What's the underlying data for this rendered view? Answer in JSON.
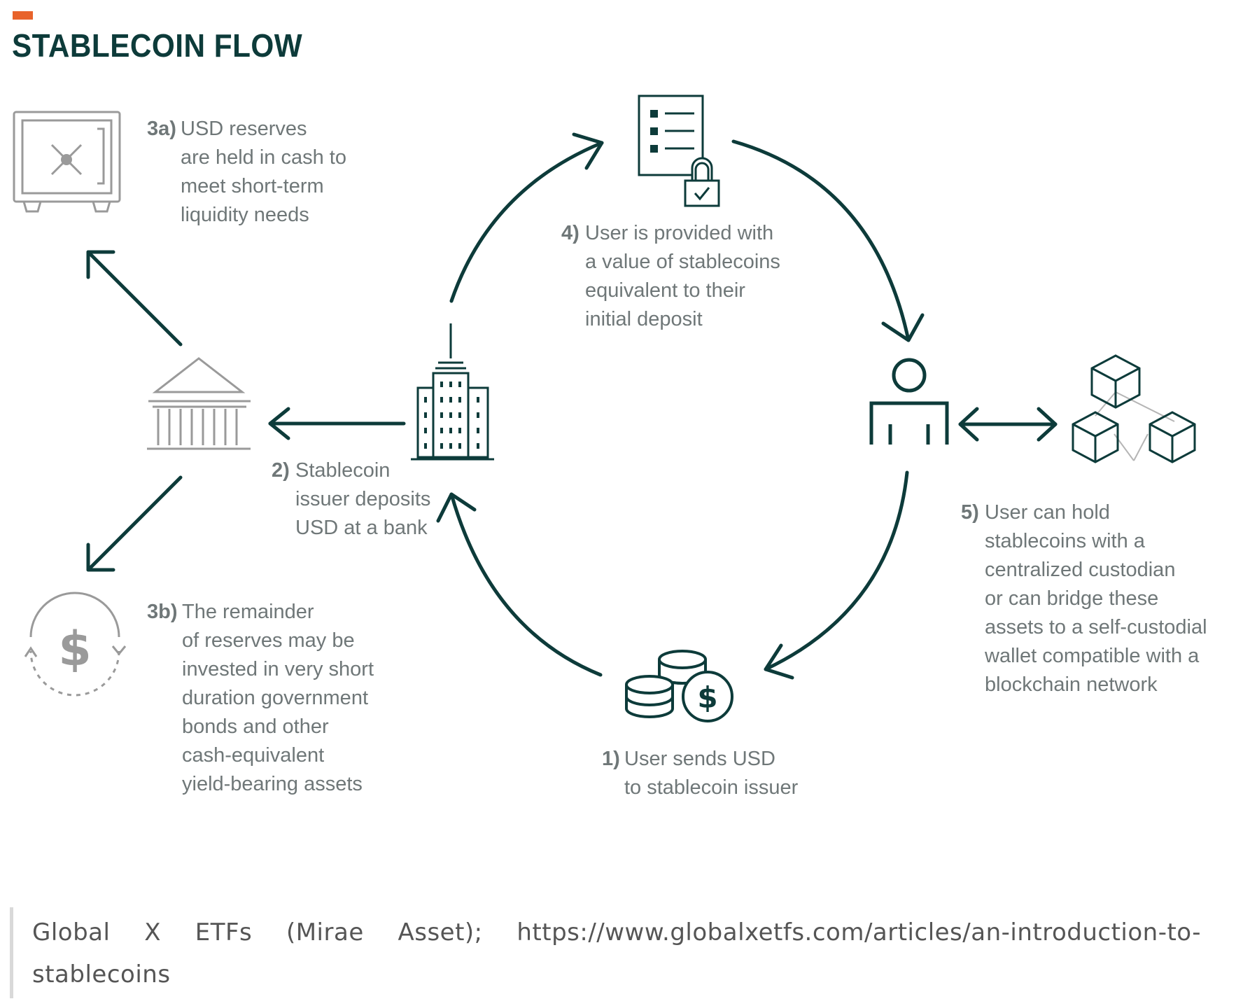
{
  "title": "STABLECOIN FLOW",
  "colors": {
    "accent": "#e8632b",
    "dark_teal": "#0d3b3a",
    "gray_icon": "#9a9a9a",
    "text_gray": "#6f7778"
  },
  "steps": {
    "s3a": {
      "num": "3a)",
      "lines": [
        "USD reserves",
        "are held in cash to",
        "meet short-term",
        "liquidity needs"
      ]
    },
    "s4": {
      "num": "4)",
      "lines": [
        "User is provided with",
        "a value of stablecoins",
        "equivalent to their",
        "initial deposit"
      ]
    },
    "s2": {
      "num": "2)",
      "lines": [
        "Stablecoin",
        "issuer deposits",
        "USD at a bank"
      ]
    },
    "s3b": {
      "num": "3b)",
      "lines": [
        "The remainder",
        "of reserves may be",
        "invested in very short",
        "duration government",
        "bonds and other",
        "cash-equivalent",
        "yield-bearing assets"
      ]
    },
    "s5": {
      "num": "5)",
      "lines": [
        "User can hold",
        "stablecoins with a",
        "centralized custodian",
        "or can bridge these",
        "assets to a self-custodial",
        "wallet compatible with a",
        "blockchain network"
      ]
    },
    "s1": {
      "num": "1)",
      "lines": [
        "User sends USD",
        "to stablecoin issuer"
      ]
    }
  },
  "icons": {
    "safe": "safe-icon",
    "bank": "bank-icon",
    "dollar_cycle": "dollar-cycle-icon",
    "skyscraper": "skyscraper-icon",
    "document_lock": "document-lock-icon",
    "user": "user-icon",
    "blockchain": "blockchain-cubes-icon",
    "coins": "coins-dollar-icon"
  },
  "coin_symbol": "$",
  "caption": "Global X ETFs (Mirae Asset); https://www.globalxetfs.com/articles/an-introduction-to-stablecoins"
}
